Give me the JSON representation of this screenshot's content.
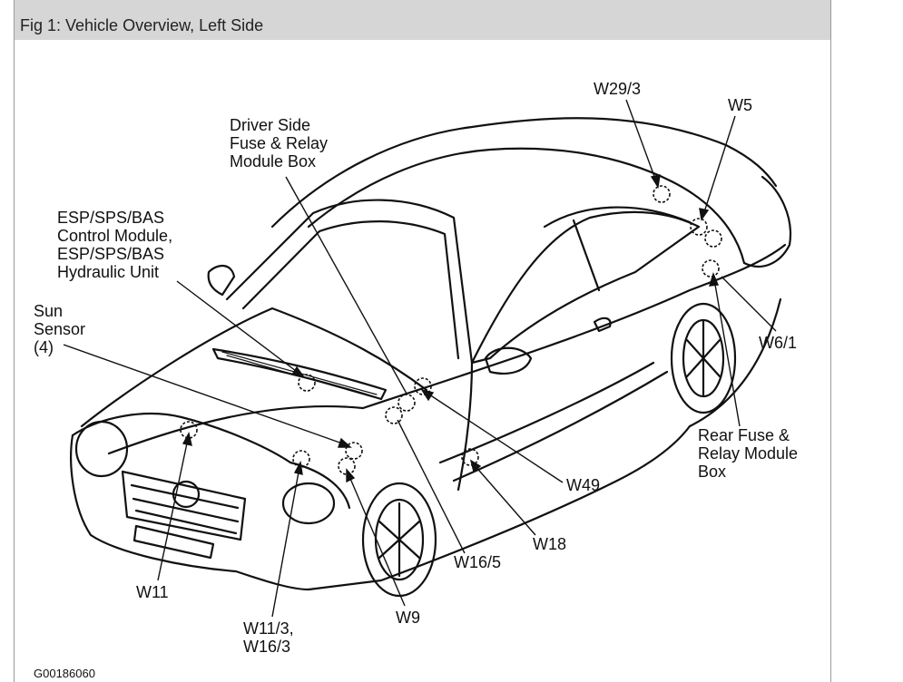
{
  "figure": {
    "title": "Fig 1: Vehicle Overview, Left Side",
    "code": "G00186060"
  },
  "callouts": {
    "w29_3": "W29/3",
    "w5": "W5",
    "driver_side_box": "Driver Side\nFuse & Relay\nModule Box",
    "esp_module": "ESP/SPS/BAS\nControl Module,\nESP/SPS/BAS\nHydraulic Unit",
    "sun_sensor": "Sun\nSensor\n(4)",
    "w6_1": "W6/1",
    "rear_box": "Rear Fuse &\nRelay Module\nBox",
    "w49": "W49",
    "w18": "W18",
    "w16_5": "W16/5",
    "w11": "W11",
    "w9": "W9",
    "w11_3_w16_3": "W11/3,\nW16/3"
  }
}
